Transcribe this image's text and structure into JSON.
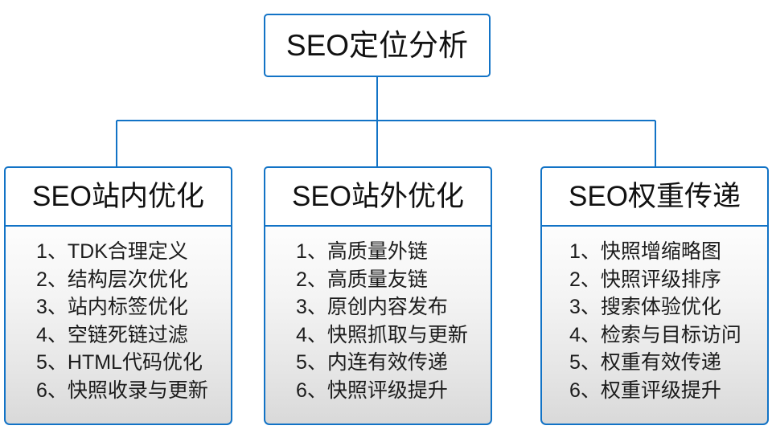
{
  "diagram": {
    "type": "organization-tree",
    "accent_color": "#1273c6",
    "body_gradient_from": "#fdfdfd",
    "body_gradient_to": "#d9d9d9",
    "root": {
      "title": "SEO定位分析"
    },
    "branches": [
      {
        "title": "SEO站内优化",
        "items": [
          "1、TDK合理定义",
          "2、结构层次优化",
          "3、站内标签优化",
          "4、空链死链过滤",
          "5、HTML代码优化",
          "6、快照收录与更新"
        ]
      },
      {
        "title": "SEO站外优化",
        "items": [
          "1、高质量外链",
          "2、高质量友链",
          "3、原创内容发布",
          "4、快照抓取与更新",
          "5、内连有效传递",
          "6、快照评级提升"
        ]
      },
      {
        "title": "SEO权重传递",
        "items": [
          "1、快照增缩略图",
          "2、快照评级排序",
          "3、搜索体验优化",
          "4、检索与目标访问",
          "5、权重有效传递",
          "6、权重评级提升"
        ]
      }
    ]
  }
}
